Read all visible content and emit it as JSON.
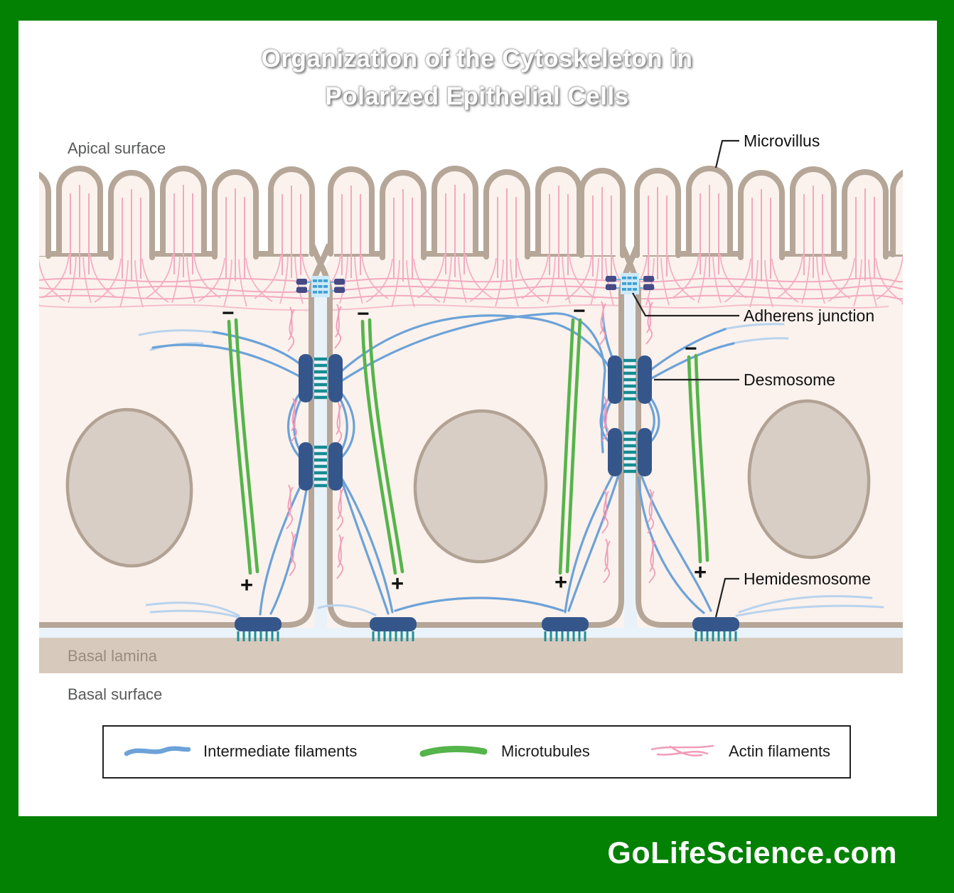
{
  "title": {
    "line1": "Organization of the Cytoskeleton in",
    "line2": "Polarized Epithelial Cells"
  },
  "labels": {
    "apical_surface": "Apical surface",
    "microvillus": "Microvillus",
    "adherens_junction": "Adherens junction",
    "desmosome": "Desmosome",
    "hemidesmosome": "Hemidesmosome",
    "basal_lamina": "Basal lamina",
    "basal_surface": "Basal surface"
  },
  "legend": {
    "items": [
      {
        "name": "Intermediate filaments",
        "color": "#6ca2d8"
      },
      {
        "name": "Microtubules",
        "color": "#55b44a"
      },
      {
        "name": "Actin filaments",
        "color": "#f09cb8"
      }
    ]
  },
  "symbols": {
    "minus": "−",
    "plus": "+"
  },
  "watermark": "GoLifeScience.com",
  "colors": {
    "frame_green": "#028102",
    "membrane_tan": "#b5a698",
    "cell_fill": "#fbf2ed",
    "intercellular_blue": "#e9f2f9",
    "basal_lamina": "#d7cabd",
    "nucleus_fill": "#d9cec6",
    "intermediate_filament": "#6ca2d8",
    "microtubule": "#55b44a",
    "actin": "#f09cb8",
    "junction_navy": "#35568b",
    "adherens_purple": "#474a87",
    "desmosome_teal": "#178b92"
  }
}
